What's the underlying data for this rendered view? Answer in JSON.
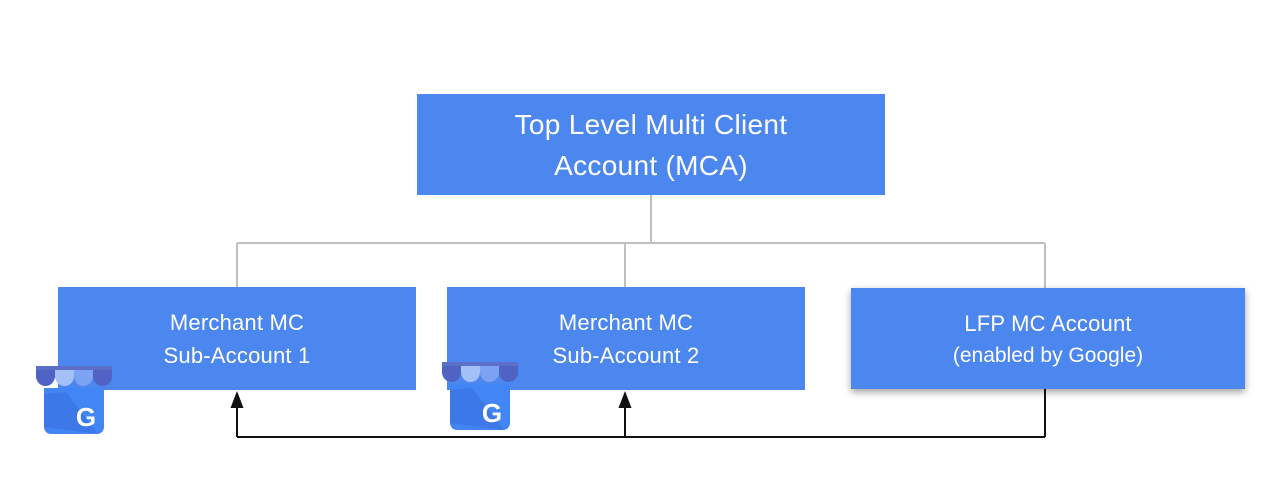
{
  "diagram": {
    "nodes": {
      "mca": {
        "lines": [
          "Top Level Multi Client",
          "Account (MCA)"
        ]
      },
      "sub1": {
        "lines": [
          "Merchant MC",
          "Sub-Account 1"
        ]
      },
      "sub2": {
        "lines": [
          "Merchant MC",
          "Sub-Account 2"
        ]
      },
      "lfp": {
        "lines": [
          "LFP MC Account",
          "(enabled by Google)"
        ]
      }
    },
    "edges": {
      "tree": "MCA connects down to Sub-Account 1, Sub-Account 2 and LFP MC Account with gray lines",
      "arrows": "Black line from LFP MC Account bottom runs left and points arrows up into Sub-Account 1 and Sub-Account 2"
    },
    "icons": {
      "storefront": "google-my-business-storefront",
      "storefront_letter": "G"
    },
    "colors": {
      "box_blue": "#4C86EF",
      "connector_gray": "#BFBFBF",
      "connector_black": "#111111",
      "text": "#FFFFFF",
      "icon_body_blue": "#4285F4",
      "icon_body_shade": "#3C78E8",
      "icon_awning_dark": "#5063C4",
      "icon_awning_light": "#A3C0F9",
      "icon_awning_medium": "#7BA3F2",
      "icon_band": "#5D70C9"
    }
  }
}
